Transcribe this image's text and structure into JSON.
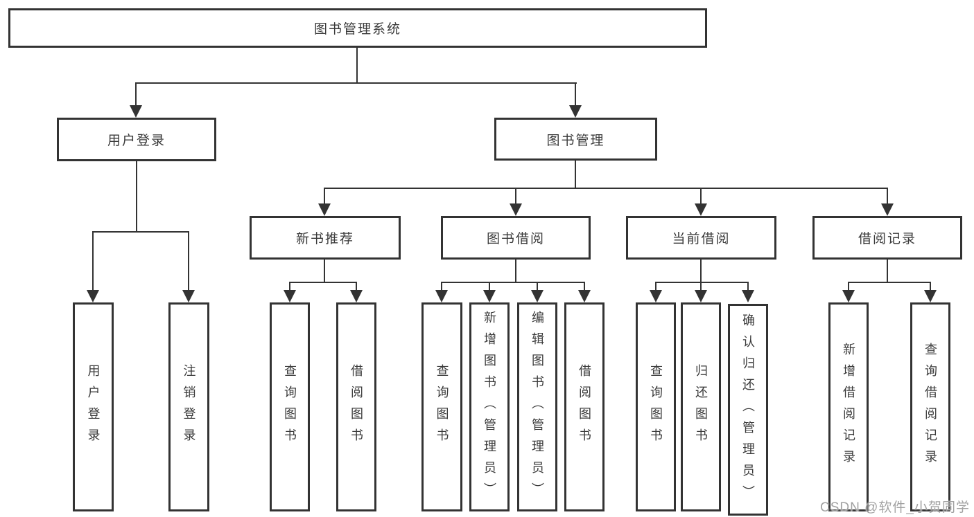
{
  "diagram": {
    "root": {
      "label": "图书管理系统"
    },
    "branches": [
      {
        "label": "用户登录",
        "children": [
          {
            "label": "用户登录"
          },
          {
            "label": "注销登录"
          }
        ]
      },
      {
        "label": "图书管理",
        "children": [
          {
            "label": "新书推荐",
            "children": [
              {
                "label": "查询图书"
              },
              {
                "label": "借阅图书"
              }
            ]
          },
          {
            "label": "图书借阅",
            "children": [
              {
                "label": "查询图书"
              },
              {
                "label": "新增图书（管理员）"
              },
              {
                "label": "编辑图书（管理员）"
              },
              {
                "label": "借阅图书"
              }
            ]
          },
          {
            "label": "当前借阅",
            "children": [
              {
                "label": "查询图书"
              },
              {
                "label": "归还图书"
              },
              {
                "label": "确认归还（管理员）"
              }
            ]
          },
          {
            "label": "借阅记录",
            "children": [
              {
                "label": "新增借阅记录"
              },
              {
                "label": "查询借阅记录"
              }
            ]
          }
        ]
      }
    ],
    "line_color": "#333333",
    "watermark": "CSDN @软件_小贺同学"
  }
}
